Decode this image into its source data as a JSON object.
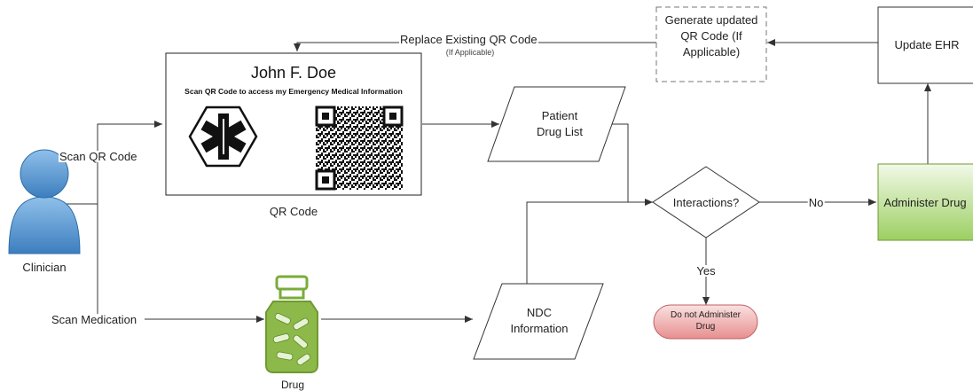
{
  "qr_card": {
    "name": "John F. Doe",
    "subtitle": "Scan QR Code to access my Emergency Medical Information",
    "caption": "QR Code"
  },
  "actors": {
    "clinician": "Clinician",
    "drug": "Drug"
  },
  "edges": {
    "scan_qr": "Scan QR Code",
    "scan_medication": "Scan Medication",
    "replace_qr": "Replace Existing QR Code",
    "replace_qr_note": "(If Applicable)",
    "yes": "Yes",
    "no": "No"
  },
  "nodes": {
    "patient_drug_list": "Patient Drug List",
    "ndc_info": "NDC Information",
    "interactions": "Interactions?",
    "administer": "Administer Drug",
    "do_not_administer": "Do not Administer Drug",
    "update_ehr": "Update EHR",
    "generate_qr": "Generate updated QR Code (If Applicable)"
  },
  "colors": {
    "line": "#333333",
    "clinician_fill": "#5b9bd5",
    "drug_fill": "#8db84a",
    "administer_fill": "#b5dc8a",
    "stop_fill": "#f2a9a9"
  }
}
